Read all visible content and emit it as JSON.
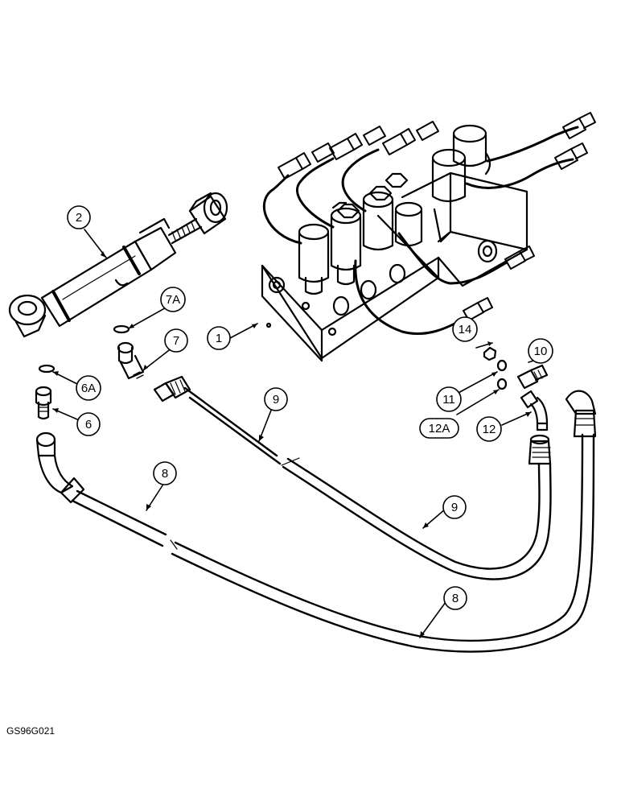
{
  "figure_id": "GS96G021",
  "callouts": [
    {
      "id": "c2",
      "label": "2"
    },
    {
      "id": "c7A",
      "label": "7A"
    },
    {
      "id": "c7",
      "label": "7"
    },
    {
      "id": "c6A",
      "label": "6A"
    },
    {
      "id": "c6",
      "label": "6"
    },
    {
      "id": "c1",
      "label": "1"
    },
    {
      "id": "c14",
      "label": "14"
    },
    {
      "id": "c10",
      "label": "10"
    },
    {
      "id": "c11",
      "label": "11"
    },
    {
      "id": "c12A",
      "label": "12A"
    },
    {
      "id": "c12",
      "label": "12"
    },
    {
      "id": "c9a",
      "label": "9"
    },
    {
      "id": "c9b",
      "label": "9"
    },
    {
      "id": "c8a",
      "label": "8"
    },
    {
      "id": "c8b",
      "label": "8"
    }
  ],
  "colors": {
    "ink": "#000000",
    "paper": "#ffffff"
  }
}
